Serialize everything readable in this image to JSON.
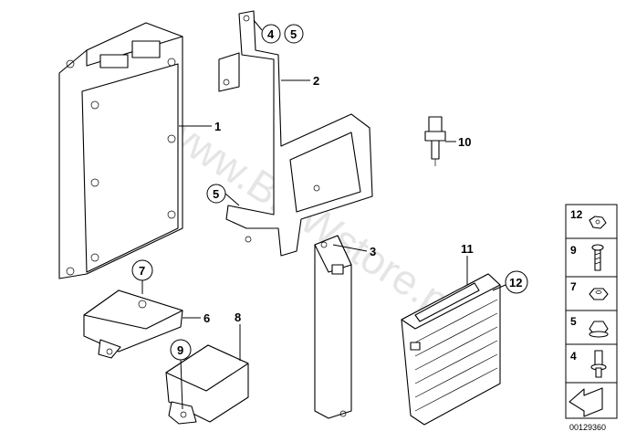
{
  "watermark": "www.BMWstore.pl",
  "reference_code": "00129360",
  "callouts": {
    "c1": "1",
    "c2": "2",
    "c3": "3",
    "c4": "4",
    "c5a": "5",
    "c5b": "5",
    "c6": "6",
    "c7": "7",
    "c8": "8",
    "c9": "9",
    "c10": "10",
    "c11": "11",
    "c12": "12"
  },
  "legend": {
    "items": [
      "12",
      "9",
      "7",
      "5",
      "4"
    ]
  },
  "icons": {
    "nav_arrow": "arrow-icon"
  }
}
